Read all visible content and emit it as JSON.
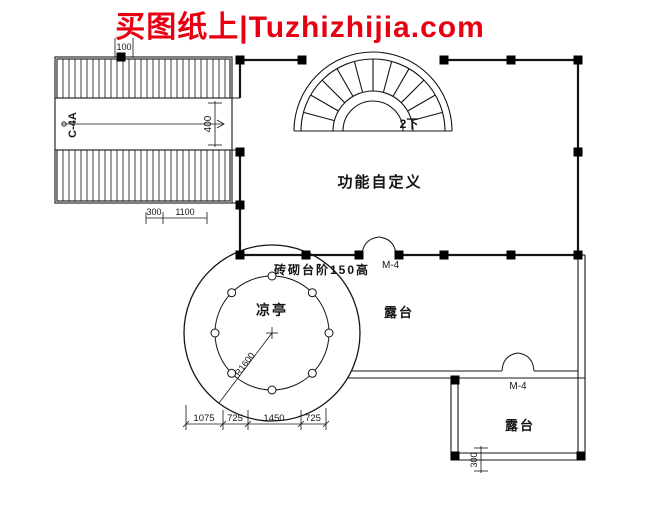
{
  "header": {
    "title": "买图纸上|Tuzhizhijia.com"
  },
  "labels": {
    "stair_code": "C-4A",
    "stair_down": "2下",
    "main_room": "功能自定义",
    "steps_note": "砖砌台阶150高",
    "pavilion": "凉亭",
    "terrace_main": "露台",
    "terrace_small": "露台",
    "door_main": "M-4",
    "door_small": "M-4",
    "radius": "R1600"
  },
  "dimensions": {
    "top_left": "100",
    "stair_opening": "400",
    "left_a": "300",
    "left_b": "1100",
    "bottom": [
      "1075",
      "725",
      "1450",
      "725"
    ],
    "terrace_right": "300"
  },
  "colors": {
    "title_red": "#e60012",
    "line_black": "#141414"
  }
}
